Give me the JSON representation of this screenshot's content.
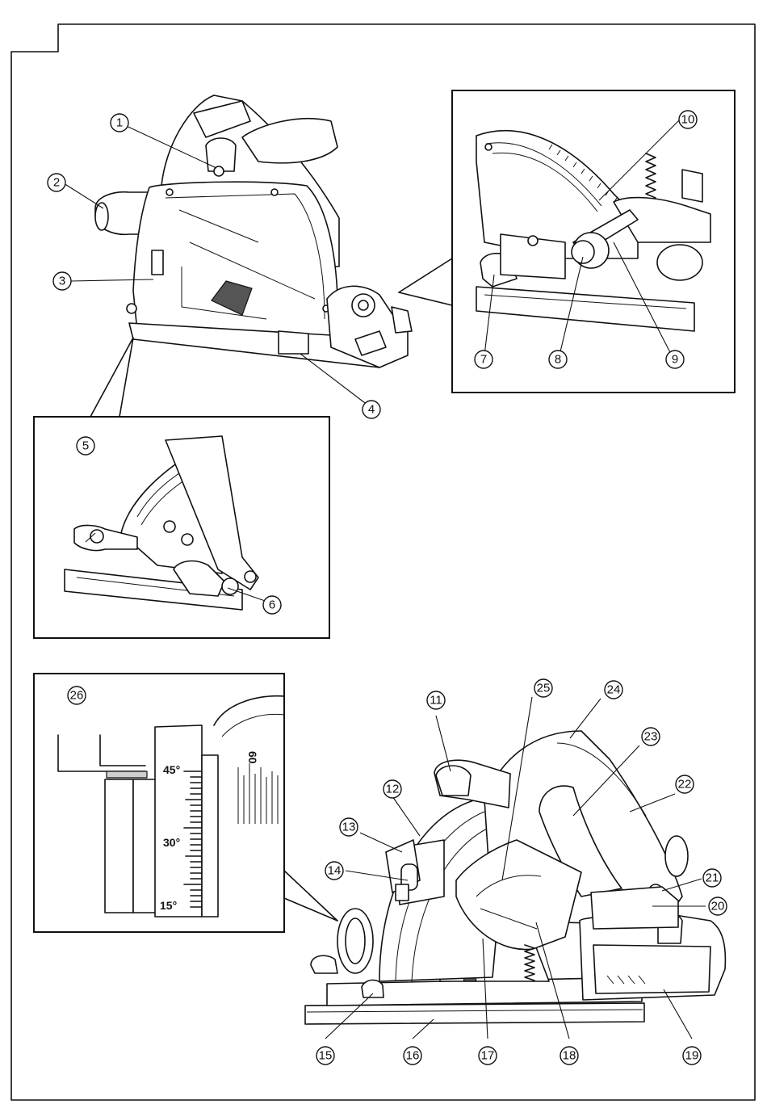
{
  "figure": {
    "callouts": [
      "1",
      "2",
      "3",
      "4",
      "5",
      "6",
      "7",
      "8",
      "9",
      "10",
      "11",
      "12",
      "13",
      "14",
      "15",
      "16",
      "17",
      "18",
      "19",
      "20",
      "21",
      "22",
      "23",
      "24",
      "25",
      "26"
    ],
    "bevel_scale": {
      "labels": [
        "45°",
        "30°",
        "15°"
      ],
      "side_mark": "60"
    }
  }
}
